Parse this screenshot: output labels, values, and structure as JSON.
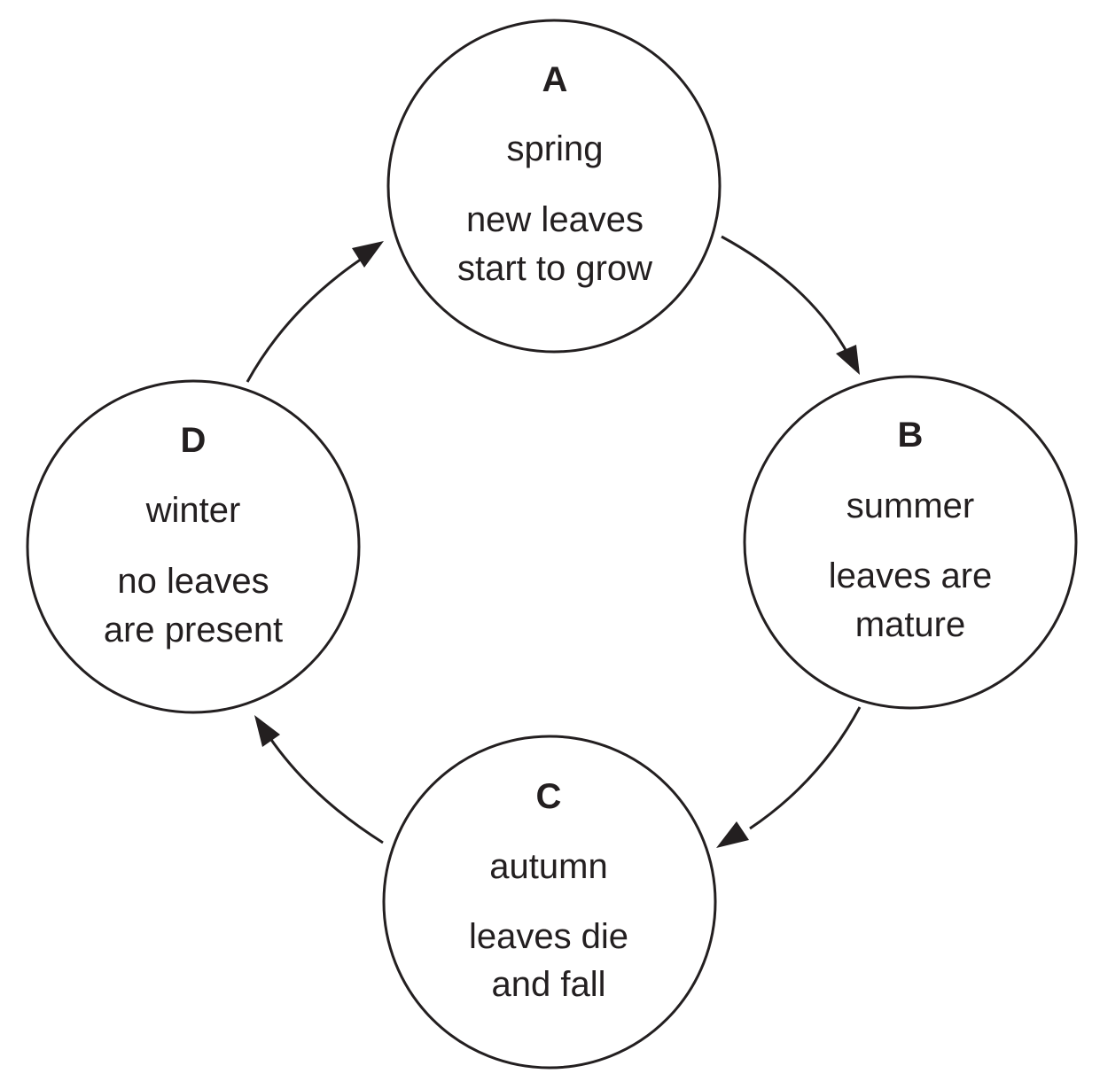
{
  "stages": [
    {
      "letter": "A",
      "season": "spring",
      "description_line1": "new leaves",
      "description_line2": "start to grow"
    },
    {
      "letter": "B",
      "season": "summer",
      "description_line1": "leaves are",
      "description_line2": "mature"
    },
    {
      "letter": "C",
      "season": "autumn",
      "description_line1": "leaves die",
      "description_line2": "and fall"
    },
    {
      "letter": "D",
      "season": "winter",
      "description_line1": "no leaves",
      "description_line2": "are present"
    }
  ],
  "cycle_order": [
    "A",
    "B",
    "C",
    "D",
    "A"
  ],
  "colors": {
    "ink": "#231f20",
    "background": "#ffffff"
  }
}
